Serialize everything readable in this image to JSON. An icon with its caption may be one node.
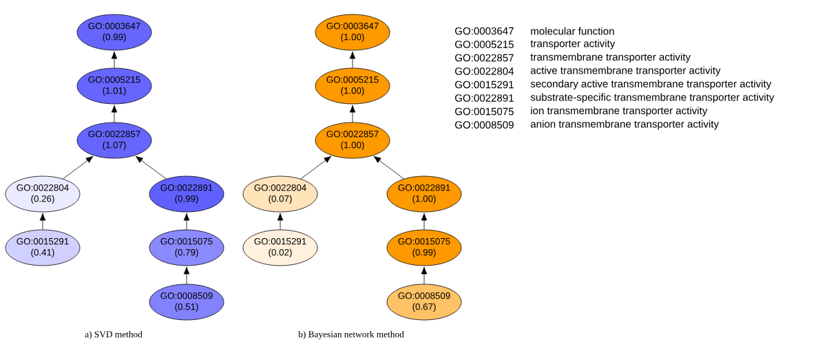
{
  "diagram": {
    "nodes": [
      {
        "text": [
          "GO:0003647",
          "(0.99)"
        ]
      },
      {
        "text": [
          "GO:0005215",
          "(1.01)"
        ]
      },
      {
        "text": [
          "GO:0022857",
          "(1.07)"
        ]
      },
      {
        "text": [
          "GO:0022804",
          "(0.26)"
        ]
      },
      {
        "text": [
          "GO:0015291",
          "(0.41)"
        ]
      },
      {
        "text": [
          "GO:0022891",
          "(0.99)"
        ]
      },
      {
        "text": [
          "GO:0015075",
          "(0.79)"
        ]
      },
      {
        "text": [
          "GO:0008509",
          "(0.51)"
        ]
      },
      {
        "text": [
          "GO:0003647",
          "(1.00)"
        ]
      },
      {
        "text": [
          "GO:0005215",
          "(1.00)"
        ]
      },
      {
        "text": [
          "GO:0022857",
          "(1.00)"
        ]
      },
      {
        "text": [
          "GO:0022804",
          "(0.07)"
        ]
      },
      {
        "text": [
          "GO:0015291",
          "(0.02)"
        ]
      },
      {
        "text": [
          "GO:0022891",
          "(1.00)"
        ]
      },
      {
        "text": [
          "GO:0015075",
          "(0.99)"
        ]
      },
      {
        "text": [
          "GO:0008509",
          "(0.67)"
        ]
      }
    ],
    "edges": [
      {
        "from": 1,
        "to": 0,
        "arrow": "to"
      },
      {
        "from": 2,
        "to": 1,
        "arrow": "to"
      },
      {
        "from": 3,
        "to": 2,
        "arrow": "to"
      },
      {
        "from": 5,
        "to": 2,
        "arrow": "to"
      },
      {
        "from": 4,
        "to": 3,
        "arrow": "to"
      },
      {
        "from": 6,
        "to": 5,
        "arrow": "to"
      },
      {
        "from": 7,
        "to": 6,
        "arrow": "to"
      },
      {
        "from": 9,
        "to": 8,
        "arrow": "to"
      },
      {
        "from": 10,
        "to": 9,
        "arrow": "to"
      },
      {
        "from": 11,
        "to": 10,
        "arrow": "to"
      },
      {
        "from": 13,
        "to": 10,
        "arrow": "to"
      },
      {
        "from": 12,
        "to": 11,
        "arrow": "to"
      },
      {
        "from": 14,
        "to": 13,
        "arrow": "to"
      },
      {
        "from": 15,
        "to": 14,
        "arrow": "to"
      }
    ],
    "labels": [
      "GO:0003647",
      "molecular function",
      "GO:0005215",
      "transporter activity",
      "GO:0022857",
      "transmembrane transporter activity",
      "GO:0022804",
      "active transmembrane transporter activity",
      "GO:0015291",
      "secondary active transmembrane transporter activity",
      "GO:0022891",
      "substrate-specific transmembrane transporter activity",
      "GO:0015075",
      "ion transmembrane transporter activity",
      "GO:0008509",
      "anion transmembrane transporter activity",
      "a) SVD method",
      "b) Bayesian network method"
    ]
  }
}
